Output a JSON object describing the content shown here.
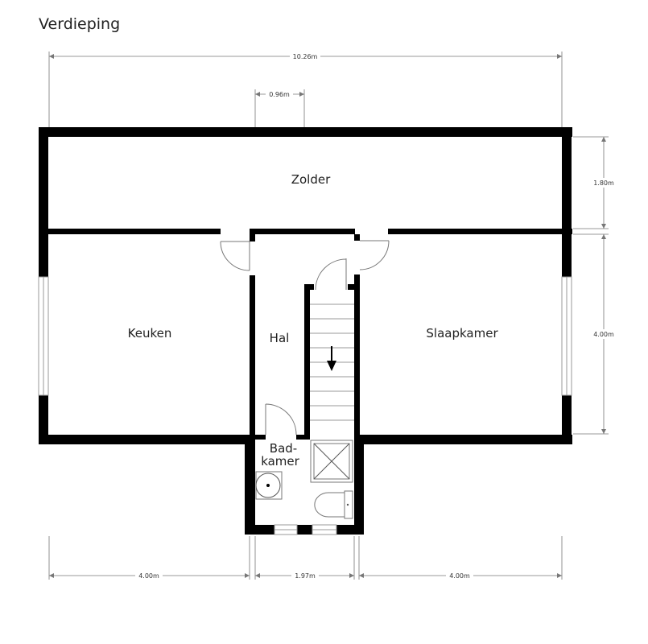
{
  "title": "Verdieping",
  "rooms": {
    "zolder": "Zolder",
    "keuken": "Keuken",
    "hal": "Hal",
    "slaapkamer": "Slaapkamer",
    "badkamer_line1": "Bad-",
    "badkamer_line2": "kamer"
  },
  "dimensions": {
    "total_width": "10.26m",
    "opening_width": "0.96m",
    "zolder_depth": "1.80m",
    "slaapkamer_depth": "4.00m",
    "keuken_width": "4.00m",
    "hal_width": "1.97m",
    "slaapkamer_width": "4.00m"
  },
  "colors": {
    "wall": "#000000",
    "line": "#777777"
  }
}
